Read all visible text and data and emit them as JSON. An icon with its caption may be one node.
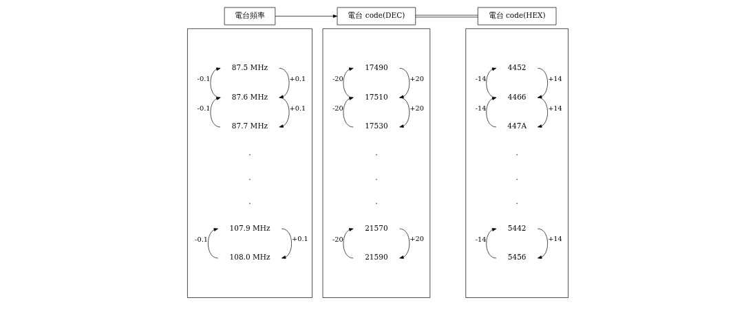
{
  "diagram": {
    "nodes": [
      {
        "text": [
          "電台頻率"
        ]
      },
      {
        "text": [
          "電台 code(DEC)"
        ]
      },
      {
        "text": [
          "電台 code(HEX)"
        ]
      },
      {
        "text": [],
        "shape": "box"
      },
      {
        "text": [
          "87.5 MHz"
        ],
        "in": 3
      },
      {
        "text": [
          "87.6 MHz"
        ],
        "in": 3
      },
      {
        "text": [
          "87.7 MHz"
        ],
        "in": 3
      },
      {
        "text": [
          "107.9 MHz"
        ],
        "in": 3
      },
      {
        "text": [
          "108.0 MHz"
        ],
        "in": 3
      },
      {
        "text": [],
        "shape": "box"
      },
      {
        "text": [
          "17490"
        ],
        "in": 9
      },
      {
        "text": [
          "17510"
        ],
        "in": 9
      },
      {
        "text": [
          "17530"
        ],
        "in": 9
      },
      {
        "text": [
          "21570"
        ],
        "in": 9
      },
      {
        "text": [
          "21590"
        ],
        "in": 9
      },
      {
        "text": [],
        "shape": "box"
      },
      {
        "text": [
          "4452"
        ],
        "in": 15
      },
      {
        "text": [
          "4466"
        ],
        "in": 15
      },
      {
        "text": [
          "447A"
        ],
        "in": 15
      },
      {
        "text": [
          "5442"
        ],
        "in": 15
      },
      {
        "text": [
          "5456"
        ],
        "in": 15
      }
    ],
    "edges": [
      {
        "from": 0,
        "to": 1,
        "arrow": "to"
      },
      {
        "from": 1,
        "to": 2,
        "arrow": "none"
      },
      {
        "from": 5,
        "to": 4,
        "arrow": "to",
        "label": "-0.1"
      },
      {
        "from": 4,
        "to": 5,
        "arrow": "to",
        "label": "+0.1"
      },
      {
        "from": 6,
        "to": 5,
        "arrow": "to",
        "label": "-0.1"
      },
      {
        "from": 5,
        "to": 6,
        "arrow": "to",
        "label": "+0.1"
      },
      {
        "from": 8,
        "to": 7,
        "arrow": "to",
        "label": "-0.1"
      },
      {
        "from": 7,
        "to": 8,
        "arrow": "to",
        "label": "+0.1"
      },
      {
        "from": 11,
        "to": 10,
        "arrow": "to",
        "label": "-20"
      },
      {
        "from": 10,
        "to": 11,
        "arrow": "to",
        "label": "+20"
      },
      {
        "from": 12,
        "to": 11,
        "arrow": "to",
        "label": "-20"
      },
      {
        "from": 11,
        "to": 12,
        "arrow": "to",
        "label": "+20"
      },
      {
        "from": 14,
        "to": 13,
        "arrow": "to",
        "label": "-20"
      },
      {
        "from": 13,
        "to": 14,
        "arrow": "to",
        "label": "+20"
      },
      {
        "from": 17,
        "to": 16,
        "arrow": "to",
        "label": "-14"
      },
      {
        "from": 16,
        "to": 17,
        "arrow": "to",
        "label": "+14"
      },
      {
        "from": 18,
        "to": 17,
        "arrow": "to",
        "label": "-14"
      },
      {
        "from": 17,
        "to": 18,
        "arrow": "to",
        "label": "+14"
      },
      {
        "from": 20,
        "to": 19,
        "arrow": "to",
        "label": "-14"
      },
      {
        "from": 19,
        "to": 20,
        "arrow": "to",
        "label": "+14"
      }
    ],
    "labels": [
      ".",
      ".",
      ".",
      ".",
      ".",
      ".",
      ".",
      ".",
      "."
    ]
  }
}
